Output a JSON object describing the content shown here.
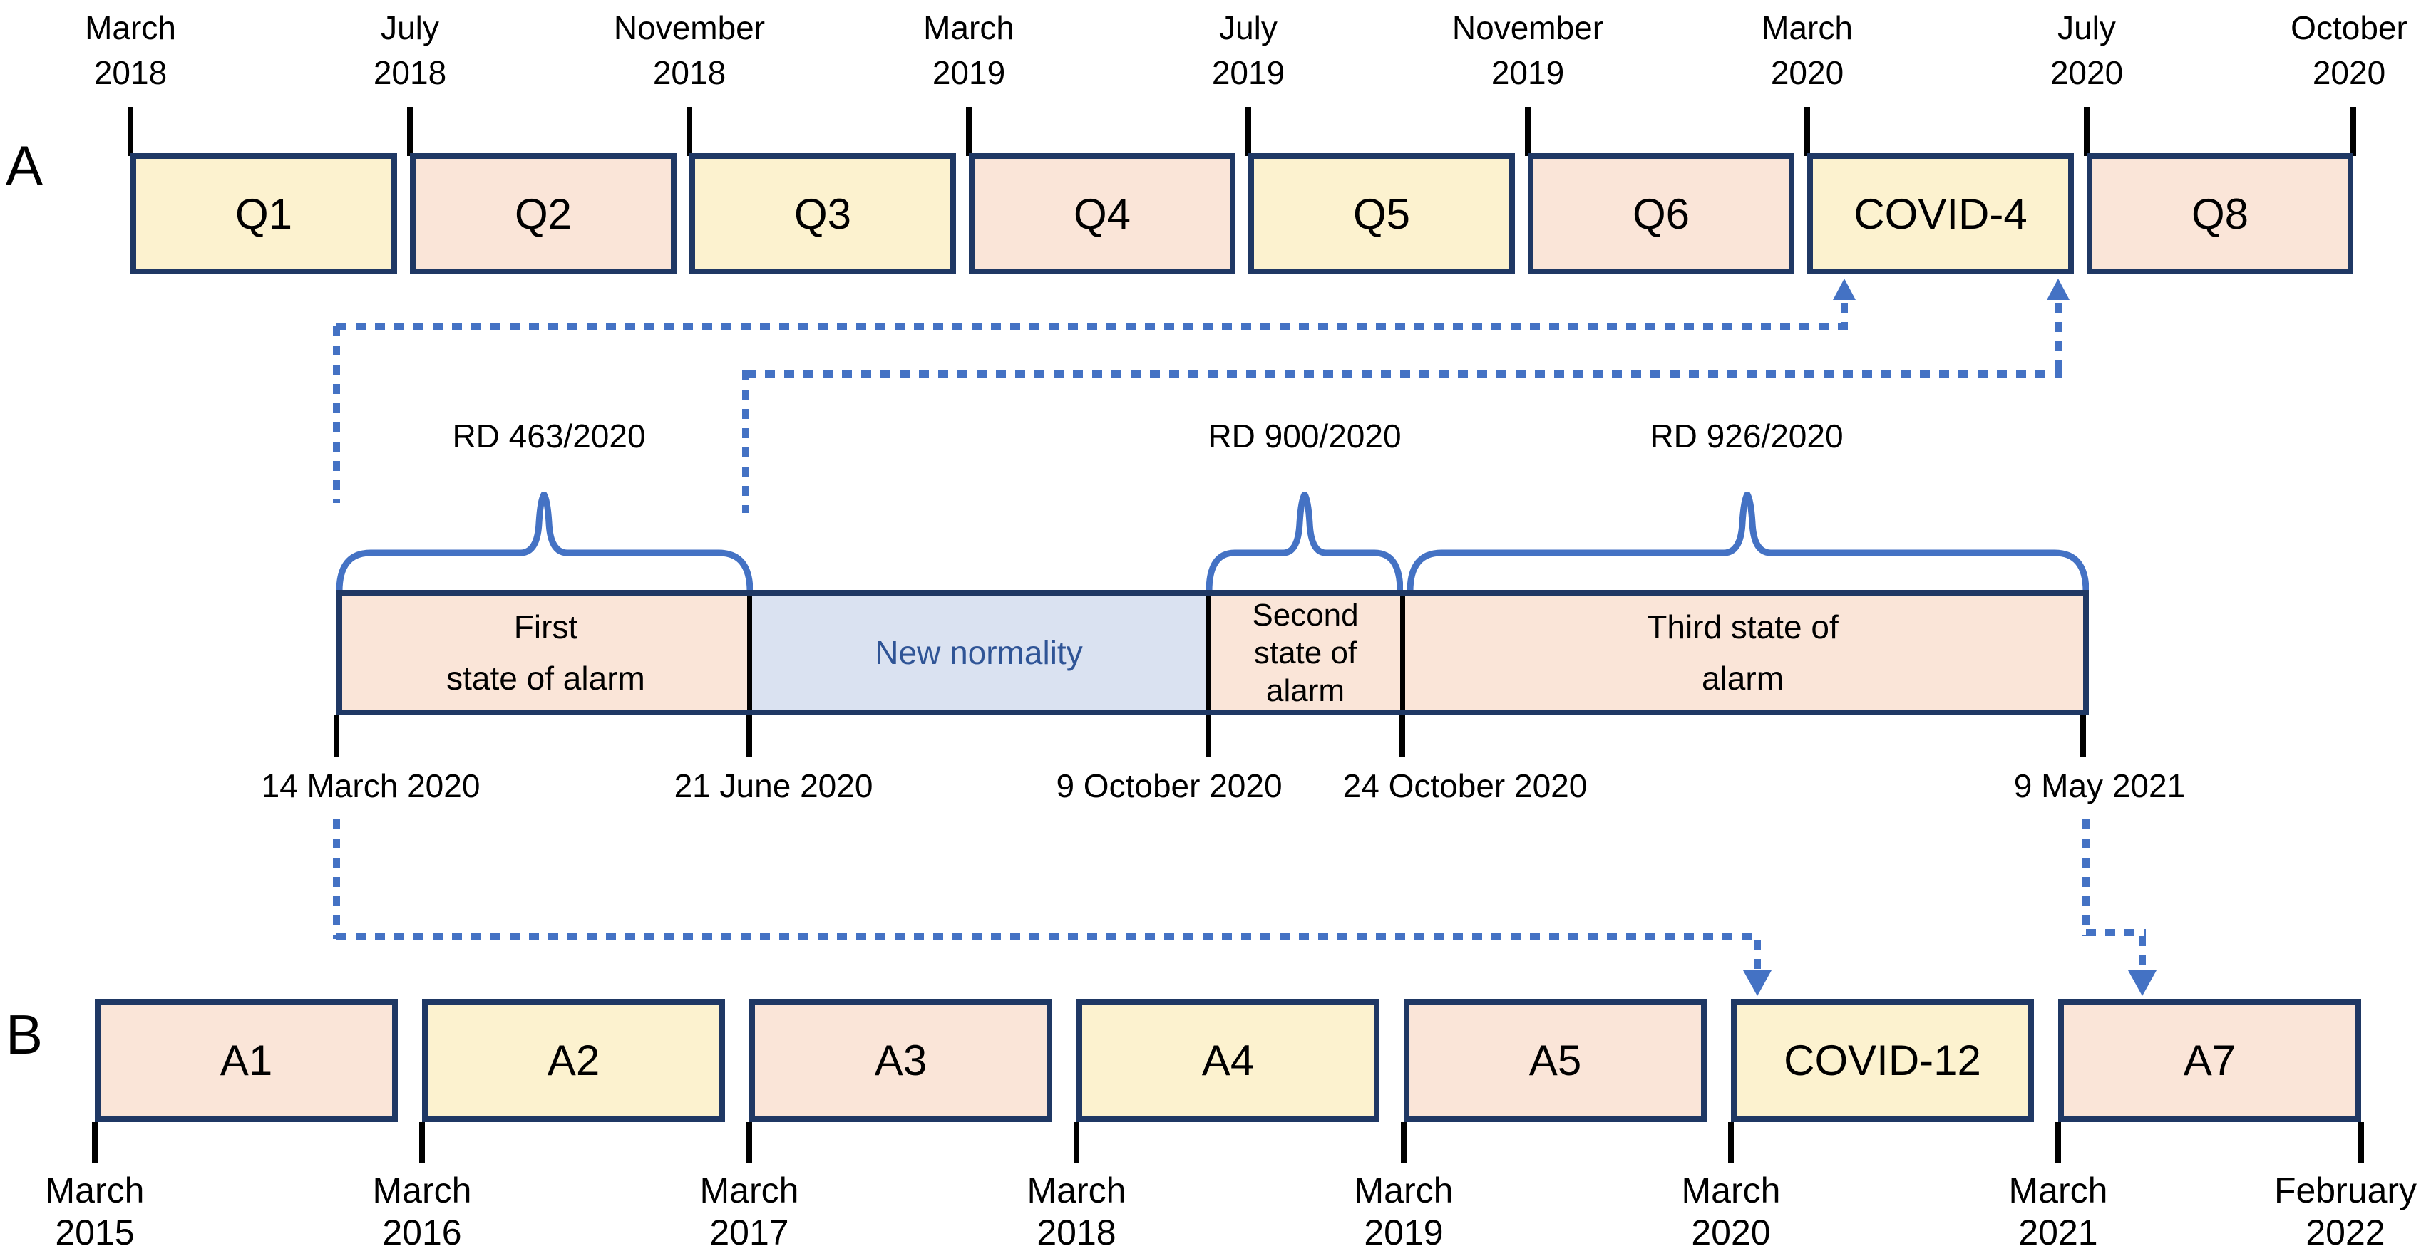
{
  "palette": {
    "yellow": "#FCF2CF",
    "peach": "#FAE5D8",
    "light_blue": "#DAE2F1",
    "navy_border": "#1F3864",
    "accent_blue": "#4472C4",
    "new_normality_text": "#2F5496"
  },
  "panel_a": {
    "label": "A",
    "tick_labels": [
      {
        "line1": "March",
        "line2": "2018"
      },
      {
        "line1": "July",
        "line2": "2018"
      },
      {
        "line1": "November",
        "line2": "2018"
      },
      {
        "line1": "March",
        "line2": "2019"
      },
      {
        "line1": "July",
        "line2": "2019"
      },
      {
        "line1": "November",
        "line2": "2019"
      },
      {
        "line1": "March",
        "line2": "2020"
      },
      {
        "line1": "July",
        "line2": "2020"
      },
      {
        "line1": "October",
        "line2": "2020"
      }
    ],
    "boxes": [
      {
        "label": "Q1",
        "color": "yellow"
      },
      {
        "label": "Q2",
        "color": "peach"
      },
      {
        "label": "Q3",
        "color": "yellow"
      },
      {
        "label": "Q4",
        "color": "peach"
      },
      {
        "label": "Q5",
        "color": "yellow"
      },
      {
        "label": "Q6",
        "color": "peach"
      },
      {
        "label": "COVID-4",
        "color": "yellow"
      },
      {
        "label": "Q8",
        "color": "peach"
      }
    ]
  },
  "alarm_band": {
    "decree_labels": [
      "RD 463/2020",
      "RD 900/2020",
      "RD 926/2020"
    ],
    "sections": [
      {
        "lines": [
          "First",
          "state of alarm"
        ],
        "color": "peach"
      },
      {
        "lines": [
          "New normality"
        ],
        "color": "light_blue"
      },
      {
        "lines": [
          "Second",
          "state of",
          "alarm"
        ],
        "color": "peach"
      },
      {
        "lines": [
          "Third state of",
          "alarm"
        ],
        "color": "peach"
      }
    ],
    "dates": [
      "14 March 2020",
      "21 June 2020",
      "9 October 2020",
      "24 October 2020",
      "9 May 2021"
    ]
  },
  "panel_b": {
    "label": "B",
    "boxes": [
      {
        "label": "A1",
        "color": "peach"
      },
      {
        "label": "A2",
        "color": "yellow"
      },
      {
        "label": "A3",
        "color": "peach"
      },
      {
        "label": "A4",
        "color": "yellow"
      },
      {
        "label": "A5",
        "color": "peach"
      },
      {
        "label": "COVID-12",
        "color": "yellow"
      },
      {
        "label": "A7",
        "color": "peach"
      }
    ],
    "tick_labels": [
      {
        "line1": "March",
        "line2": "2015"
      },
      {
        "line1": "March",
        "line2": "2016"
      },
      {
        "line1": "March",
        "line2": "2017"
      },
      {
        "line1": "March",
        "line2": "2018"
      },
      {
        "line1": "March",
        "line2": "2019"
      },
      {
        "line1": "March",
        "line2": "2020"
      },
      {
        "line1": "March",
        "line2": "2021"
      },
      {
        "line1": "February",
        "line2": "2022"
      }
    ]
  }
}
